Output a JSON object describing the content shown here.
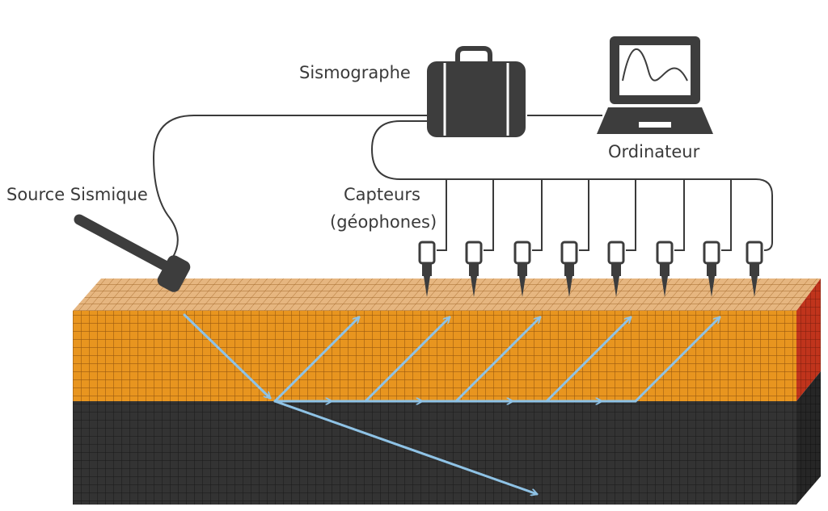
{
  "labels": {
    "source": "Source Sismique",
    "sismographe": "Sismographe",
    "ordinateur": "Ordinateur",
    "capteurs_line1": "Capteurs",
    "capteurs_line2": "(géophones)"
  },
  "colors": {
    "upper_layer": "#e8951f",
    "upper_layer_grid": "#9a5a10",
    "top_surface": "#e6b680",
    "right_face_upper": "#c0341c",
    "lower_layer": "#333333",
    "lower_layer_grid": "#1d1d1d",
    "ray": "#8fc3e6",
    "equipment": "#3d3d3d",
    "cable": "#3a3a3a"
  },
  "icons": [
    "hammer-icon",
    "briefcase-icon",
    "laptop-icon",
    "geophone-icon"
  ],
  "geophone_count": 8
}
